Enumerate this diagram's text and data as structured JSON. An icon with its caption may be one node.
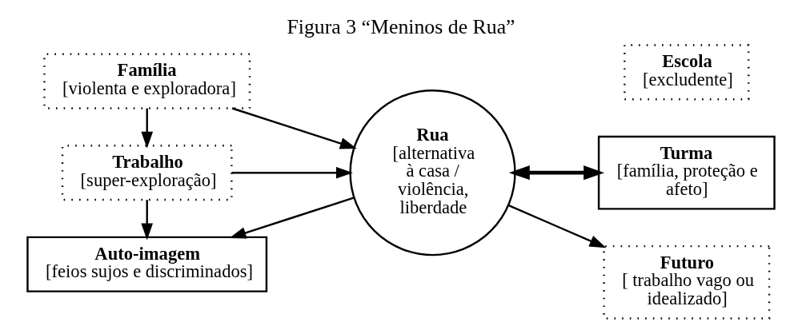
{
  "diagram": {
    "title": "Figura 3 “Meninos de Rua”",
    "nodes": [
      {
        "text": [
          "Família",
          "[violenta e exploradora]"
        ]
      },
      {
        "text": [
          "Escola",
          "[excludente]"
        ]
      },
      {
        "text": [
          "Trabalho",
          "[super-exploração]"
        ]
      },
      {
        "text": [
          "Rua",
          "[alternativa à casa / violência, liberdade"
        ]
      },
      {
        "text": [
          "Turma",
          "[família, proteção e afeto]"
        ]
      },
      {
        "text": [
          "Auto-imagem",
          "[feios sujos e discriminados]"
        ]
      },
      {
        "text": [
          "Futuro",
          "[ trabalho vago ou idealizado]"
        ]
      }
    ],
    "edges": [
      {
        "from": 0,
        "to": 2,
        "arrow": "to"
      },
      {
        "from": 0,
        "to": 3,
        "arrow": "to"
      },
      {
        "from": 2,
        "to": 3,
        "arrow": "to"
      },
      {
        "from": 3,
        "to": 4,
        "arrow": "both",
        "style": "thick"
      },
      {
        "from": 2,
        "to": 5,
        "arrow": "to"
      },
      {
        "from": 3,
        "to": 5,
        "arrow": "to"
      },
      {
        "from": 3,
        "to": 6,
        "arrow": "to"
      }
    ]
  }
}
